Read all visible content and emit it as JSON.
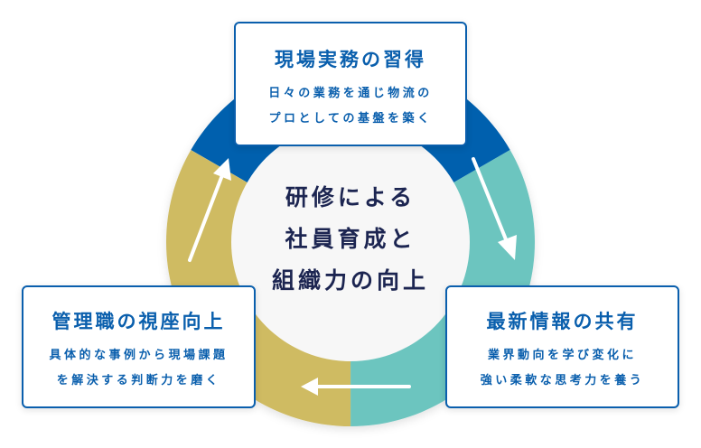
{
  "colors": {
    "segment_blue": "#0060ae",
    "segment_teal": "#6cc5bf",
    "segment_gold": "#cfbb62",
    "center_fill": "#f7f7f7",
    "box_accent": "#0a5fad",
    "center_text": "#1c2551"
  },
  "segments": [
    {
      "name": "blue",
      "share": 0.3333
    },
    {
      "name": "teal",
      "share": 0.3333
    },
    {
      "name": "gold",
      "share": 0.3333
    }
  ],
  "center": {
    "lines": [
      "研修による",
      "社員育成と",
      "組織力の向上"
    ]
  },
  "boxes": {
    "top": {
      "title": "現場実務の習得",
      "desc": [
        "日々の業務を通じ物流の",
        "プロとしての基盤を築く"
      ]
    },
    "right": {
      "title": "最新情報の共有",
      "desc": [
        "業界動向を学び変化に",
        "強い柔軟な思考力を養う"
      ]
    },
    "left": {
      "title": "管理職の視座向上",
      "desc": [
        "具体的な事例から現場課題",
        "を解決する判断力を磨く"
      ]
    }
  },
  "arrows": [
    "arrow-right-icon",
    "arrow-left-icon",
    "arrow-up-icon"
  ]
}
